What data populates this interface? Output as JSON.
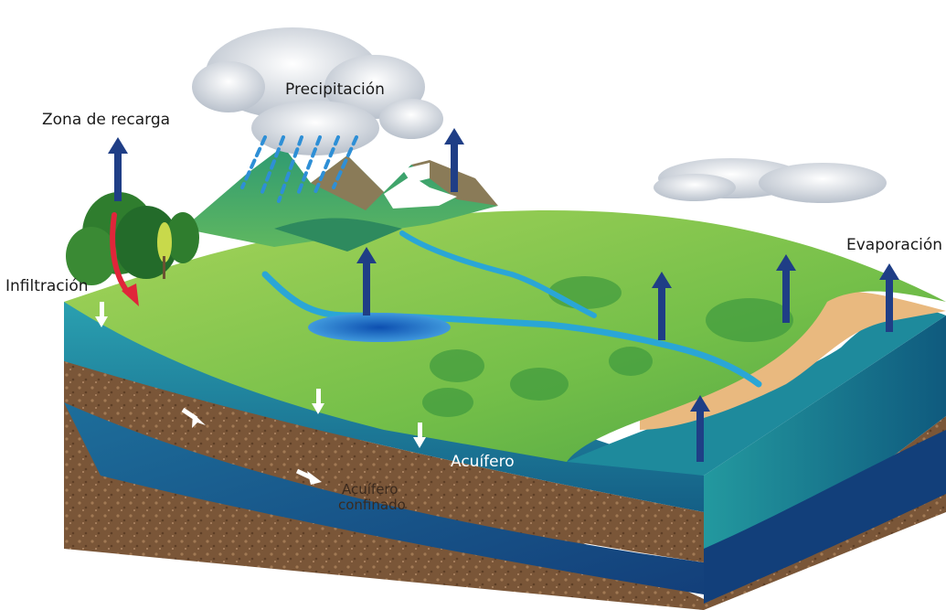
{
  "diagram": {
    "labels": {
      "precipitation": "Precipitación",
      "recharge_zone": "Zona de recarga",
      "infiltration": "Infiltración",
      "evaporation": "Evaporación",
      "aquifer": "Acuífero",
      "confined_aquifer_line1": "Acuífero",
      "confined_aquifer_line2": "confinado"
    },
    "colors": {
      "water_layer": "#1e8a9c",
      "soil_layer": "#7a5638",
      "grass": "#7cc24a",
      "evaporation_arrow": "#1f3e86",
      "infiltration_arrow": "#e0253a",
      "lake": "#2a74c8",
      "sand": "#e9b97f"
    }
  }
}
